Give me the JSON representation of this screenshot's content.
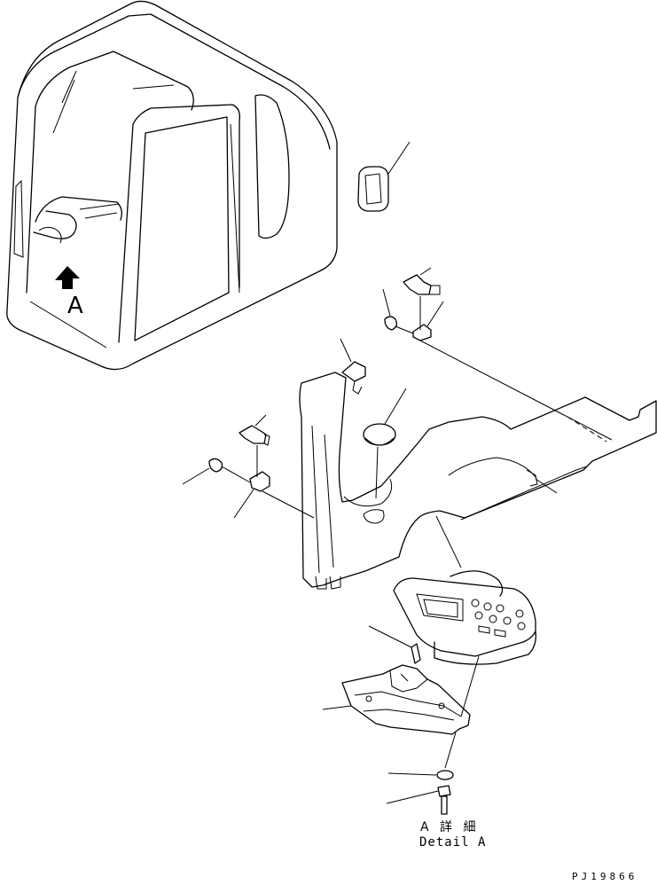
{
  "view_label": "A",
  "detail": {
    "jp": "A 詳 細",
    "en": "Detail A"
  },
  "drawing_number": "PJ19866"
}
